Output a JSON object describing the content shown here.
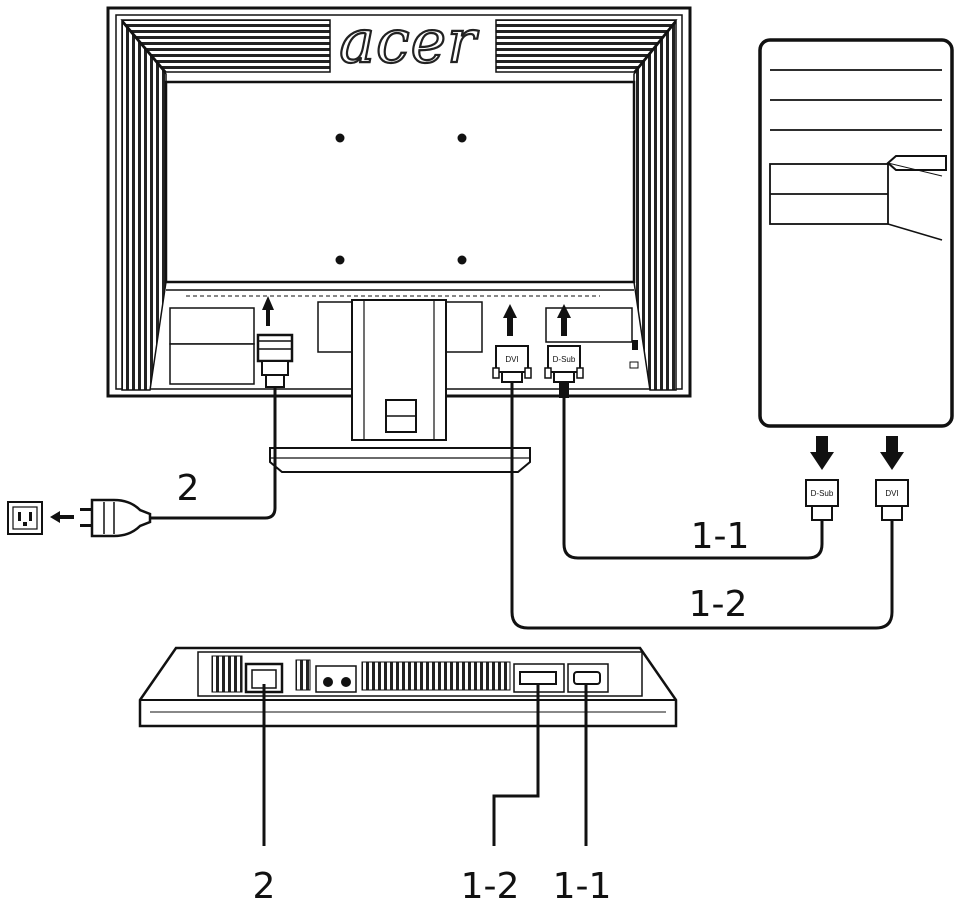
{
  "brand": {
    "logo_text": "acer"
  },
  "ports": {
    "dvi": "DVI",
    "dsub": "D-Sub",
    "pc_dsub": "D-Sub",
    "pc_dvi": "DVI"
  },
  "callouts": {
    "power_cable": "2",
    "dsub_cable": "1-1",
    "dvi_cable": "1-2",
    "bottom_power": "2",
    "bottom_dvi": "1-2",
    "bottom_dsub": "1-1"
  },
  "icons": [
    "wall-outlet-icon",
    "power-plug-icon",
    "up-arrow-icon",
    "down-arrow-icon",
    "connector-icon"
  ]
}
